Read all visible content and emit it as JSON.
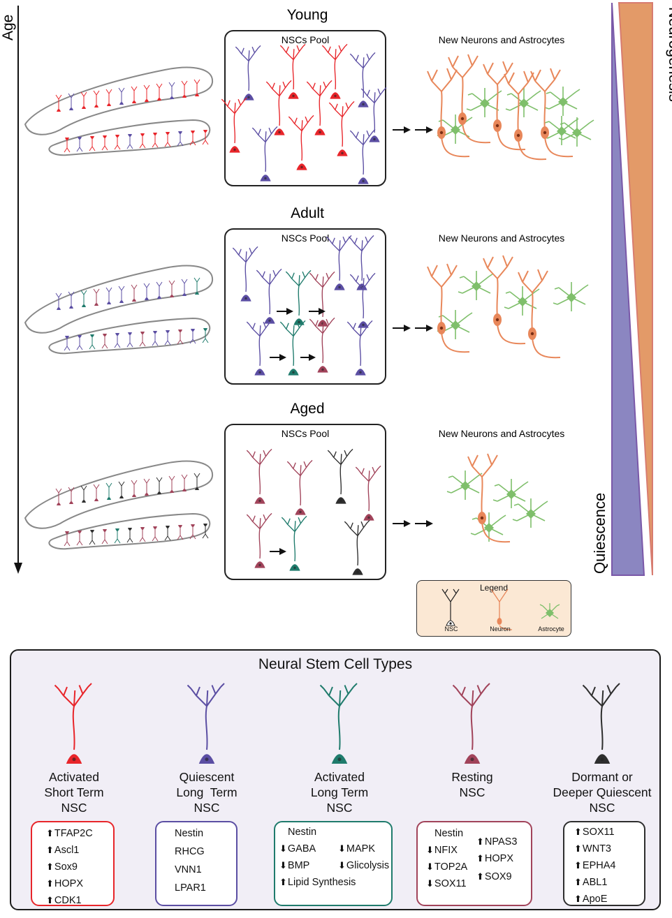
{
  "axis": {
    "age_label": "Age",
    "neurogenesis_label": "Neurogenesis",
    "quiescence_label": "Quiescence"
  },
  "stages": [
    {
      "title": "Young",
      "pool_label": "NSCs Pool",
      "new_label": "New Neurons and Astrocytes"
    },
    {
      "title": "Adult",
      "pool_label": "NSCs Pool",
      "new_label": "New Neurons and Astrocytes"
    },
    {
      "title": "Aged",
      "pool_label": "NSCs Pool",
      "new_label": "New Neurons and Astrocytes"
    }
  ],
  "legend": {
    "title": "Legend",
    "items": [
      "NSC",
      "Neuron",
      "Astrocyte"
    ]
  },
  "types_panel": {
    "title": "Neural Stem Cell Types",
    "types": [
      {
        "name": "Activated\nShort Term\nNSC",
        "color": "#e8252a",
        "markers": [
          {
            "dir": "up",
            "text": "TFAP2C"
          },
          {
            "dir": "up",
            "text": "Ascl1"
          },
          {
            "dir": "up",
            "text": "Sox9"
          },
          {
            "dir": "up",
            "text": "HOPX"
          },
          {
            "dir": "up",
            "text": "CDK1"
          }
        ]
      },
      {
        "name": "Quiescent\nLong  Term\nNSC",
        "color": "#5b4ea3",
        "markers": [
          {
            "dir": "none",
            "text": "Nestin"
          },
          {
            "dir": "none",
            "text": "RHCG"
          },
          {
            "dir": "none",
            "text": "VNN1"
          },
          {
            "dir": "none",
            "text": "LPAR1"
          }
        ]
      },
      {
        "name": "Activated\nLong Term\nNSC",
        "color": "#1f7b6c",
        "markers": [
          {
            "dir": "none",
            "text": "Nestin"
          },
          {
            "dir": "down",
            "text": "GABA"
          },
          {
            "dir": "down",
            "text": "MAPK"
          },
          {
            "dir": "down",
            "text": "BMP"
          },
          {
            "dir": "down",
            "text": "Glicolysis"
          },
          {
            "dir": "up",
            "text": "Lipid Synthesis"
          }
        ]
      },
      {
        "name": "Resting\nNSC",
        "color": "#a1435a",
        "markers": [
          {
            "dir": "none",
            "text": "Nestin"
          },
          {
            "dir": "down",
            "text": "NFIX"
          },
          {
            "dir": "down",
            "text": "TOP2A"
          },
          {
            "dir": "down",
            "text": "SOX11"
          },
          {
            "dir": "up",
            "text": "NPAS3"
          },
          {
            "dir": "up",
            "text": "HOPX"
          },
          {
            "dir": "up",
            "text": "SOX9"
          }
        ]
      },
      {
        "name": "Dormant or\nDeeper Quiescent\nNSC",
        "color": "#2e2e2e",
        "markers": [
          {
            "dir": "up",
            "text": "SOX11"
          },
          {
            "dir": "up",
            "text": "WNT3"
          },
          {
            "dir": "up",
            "text": "EPHA4"
          },
          {
            "dir": "up",
            "text": "ABL1"
          },
          {
            "dir": "up",
            "text": "ApoE"
          }
        ]
      }
    ]
  },
  "colors": {
    "short_term": "#e8252a",
    "quiescent": "#5b4ea3",
    "activated_long": "#1f7b6c",
    "resting": "#a1435a",
    "dormant": "#2e2e2e",
    "neuron": "#e8875a",
    "astrocyte": "#7fbf6b",
    "quiescence_bar": "#8b86c1",
    "neurogenesis_bar": "#e39a68",
    "panel_bg": "#f1eef6",
    "legend_bg": "#fbe8d4"
  }
}
